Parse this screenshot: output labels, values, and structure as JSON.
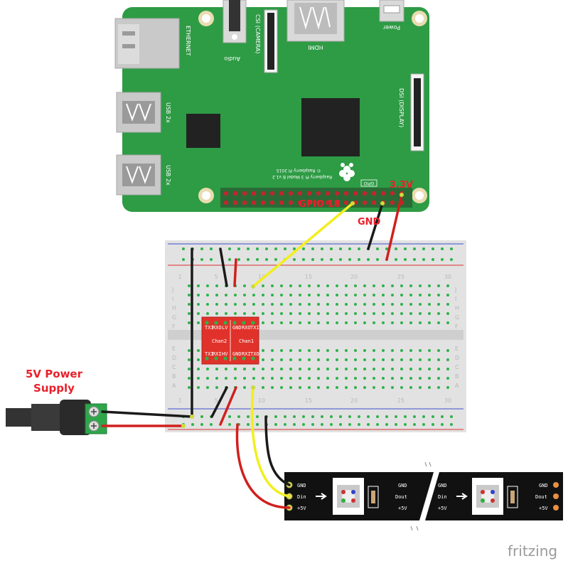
{
  "labels": {
    "gpio18": "GPIO 18",
    "v33": "3.3V",
    "gnd": "GND",
    "power_supply_line1": "5V Power",
    "power_supply_line2": "Supply",
    "brand": "fritzing"
  },
  "pi": {
    "ethernet": "ETHERNET",
    "usb_top": "USB 2x",
    "usb_bottom": "USB 2x",
    "audio": "Audio",
    "camera": "CSI (CAMERA)",
    "hdmi": "HDMI",
    "power": "Power",
    "display": "DSI (DISPLAY)",
    "model": "Raspberry Pi 3 Model B v1.2",
    "copyright": "© Raspberry Pi 2015",
    "gpio": "GPIO"
  },
  "breadboard": {
    "col_numbers": [
      "1",
      "5",
      "10",
      "15",
      "20",
      "25",
      "30"
    ],
    "row_letters_top": [
      "J",
      "I",
      "H",
      "G",
      "F"
    ],
    "row_letters_bottom": [
      "E",
      "D",
      "C",
      "B",
      "A"
    ]
  },
  "level_shifter": {
    "top_pins": [
      "TXI",
      "RXO",
      "LV",
      "GND",
      "RXO",
      "TXI"
    ],
    "bottom_pins": [
      "TXI",
      "RXI",
      "HV",
      "GND",
      "RXI",
      "TXO"
    ],
    "channel1": "Chan1",
    "channel2": "Chan2"
  },
  "led_strip": {
    "pins_in": [
      "GND",
      "Din",
      "+5V"
    ],
    "pins_out": [
      "GND",
      "Dout",
      "+5V"
    ]
  },
  "colors": {
    "pi_board": "#2e9b45",
    "wire_red": "#d0201e",
    "wire_black": "#1a1a1a",
    "wire_yellow": "#f2ee1e",
    "level_shifter": "#e0322a",
    "strip": "#111111",
    "terminal_block": "#2fa64a"
  }
}
